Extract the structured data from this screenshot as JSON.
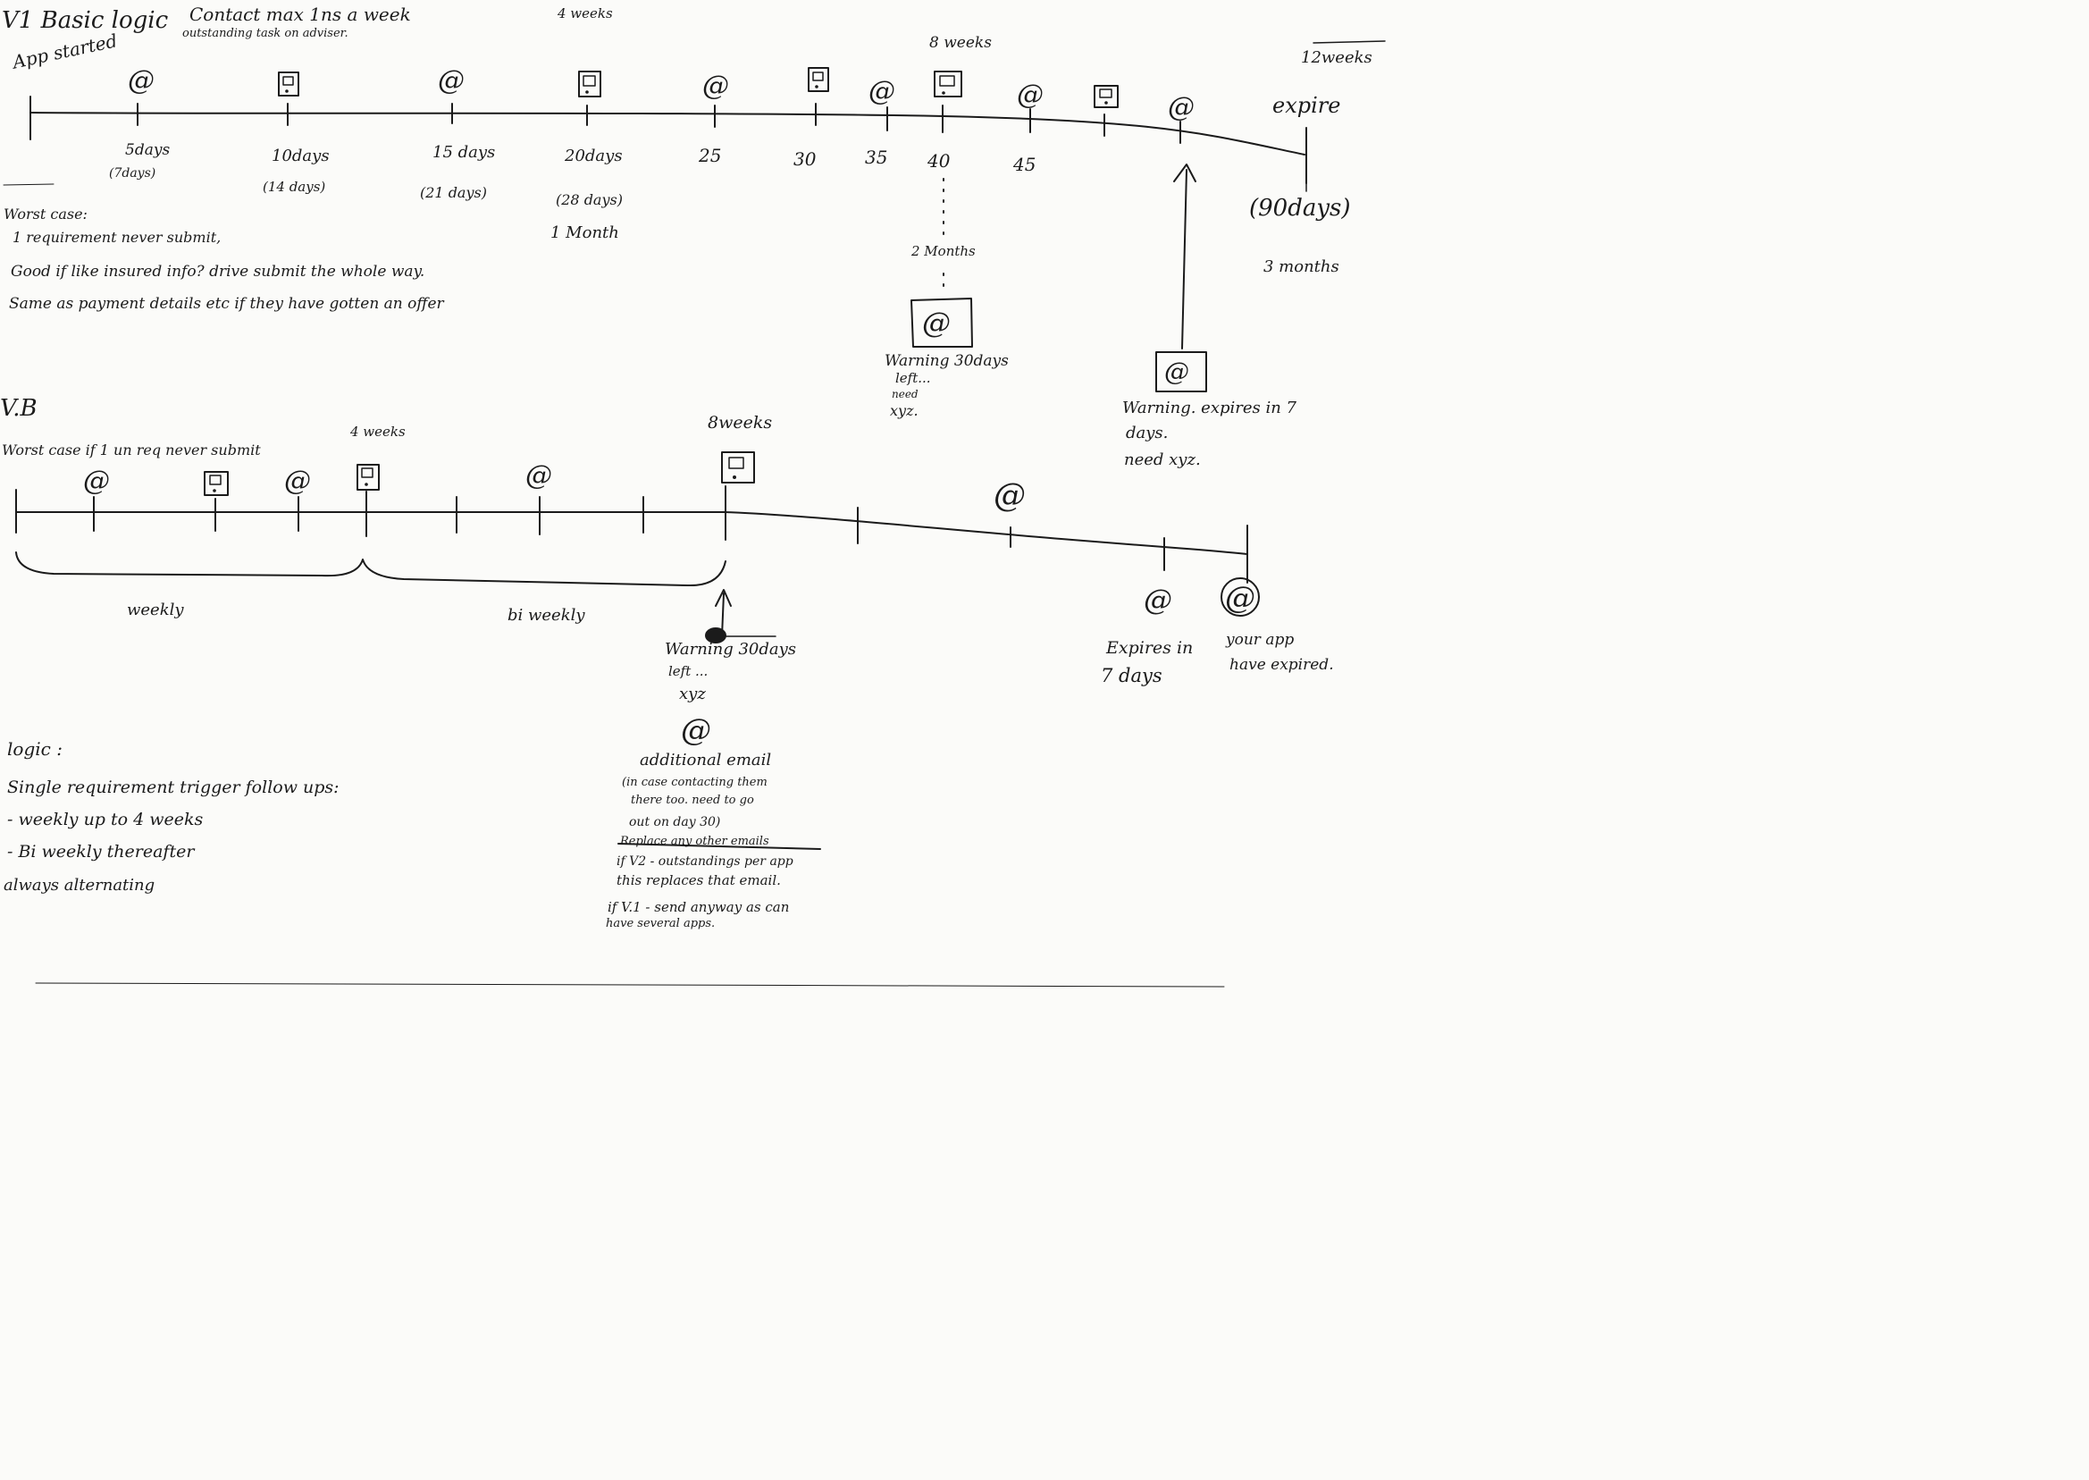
{
  "v1": {
    "title": "V1 Basic logic",
    "contact_rule": "Contact max 1ns a week",
    "contact_sub": "outstanding task on adviser.",
    "start_label": "App started",
    "top_4weeks": "4 weeks",
    "top_8weeks": "8 weeks",
    "top_12weeks": "12weeks",
    "expire_label": "expire",
    "ticks": [
      {
        "label": "5days",
        "sub": "(7days)"
      },
      {
        "label": "10days",
        "sub": "(14 days)"
      },
      {
        "label": "15 days",
        "sub": "(21 days)"
      },
      {
        "label": "20days",
        "sub": "(28 days)",
        "sub2": "1 Month"
      },
      {
        "label": "25"
      },
      {
        "label": "30"
      },
      {
        "label": "35"
      },
      {
        "label": "40",
        "sub2": "2 Months"
      },
      {
        "label": "45"
      }
    ],
    "end_days": "(90days)",
    "end_months": "3 months",
    "worst_case_title": "Worst case:",
    "worst_case_1": "1 requirement never submit,",
    "worst_case_2": "Good if like insured info? drive submit the whole way.",
    "worst_case_3": "Same as payment details etc if they have gotten an offer",
    "warn30": [
      "Warning 30days",
      "left...",
      "need",
      "xyz."
    ],
    "warn7": [
      "Warning. expires in 7",
      "days.",
      "need xyz."
    ]
  },
  "v2": {
    "title": "V.B",
    "worst_case": "Worst case if 1 un req never submit",
    "top_4weeks": "4 weeks",
    "top_8weeks": "8weeks",
    "weekly": "weekly",
    "biweekly": "bi weekly",
    "warn30": [
      "Warning 30days",
      "left ...",
      "xyz"
    ],
    "additional": "additional email",
    "additional_notes": [
      "(in case contacting them",
      "there too. need to go",
      "out on day 30)",
      "Replace any other emails",
      "if V2 - outstandings per app",
      "this replaces that email.",
      "if V.1 - send anyway as can",
      "have several apps."
    ],
    "expires7": [
      "Expires in",
      "7 days"
    ],
    "expired": [
      "your app",
      "have expired."
    ]
  },
  "logic": {
    "title": "logic :",
    "line1": "Single requirement trigger follow ups:",
    "line2": "- weekly up to 4 weeks",
    "line3": "- Bi weekly thereafter",
    "line4": "always alternating"
  },
  "icons": {
    "email": "at-sign-icon",
    "task": "task-form-icon"
  }
}
